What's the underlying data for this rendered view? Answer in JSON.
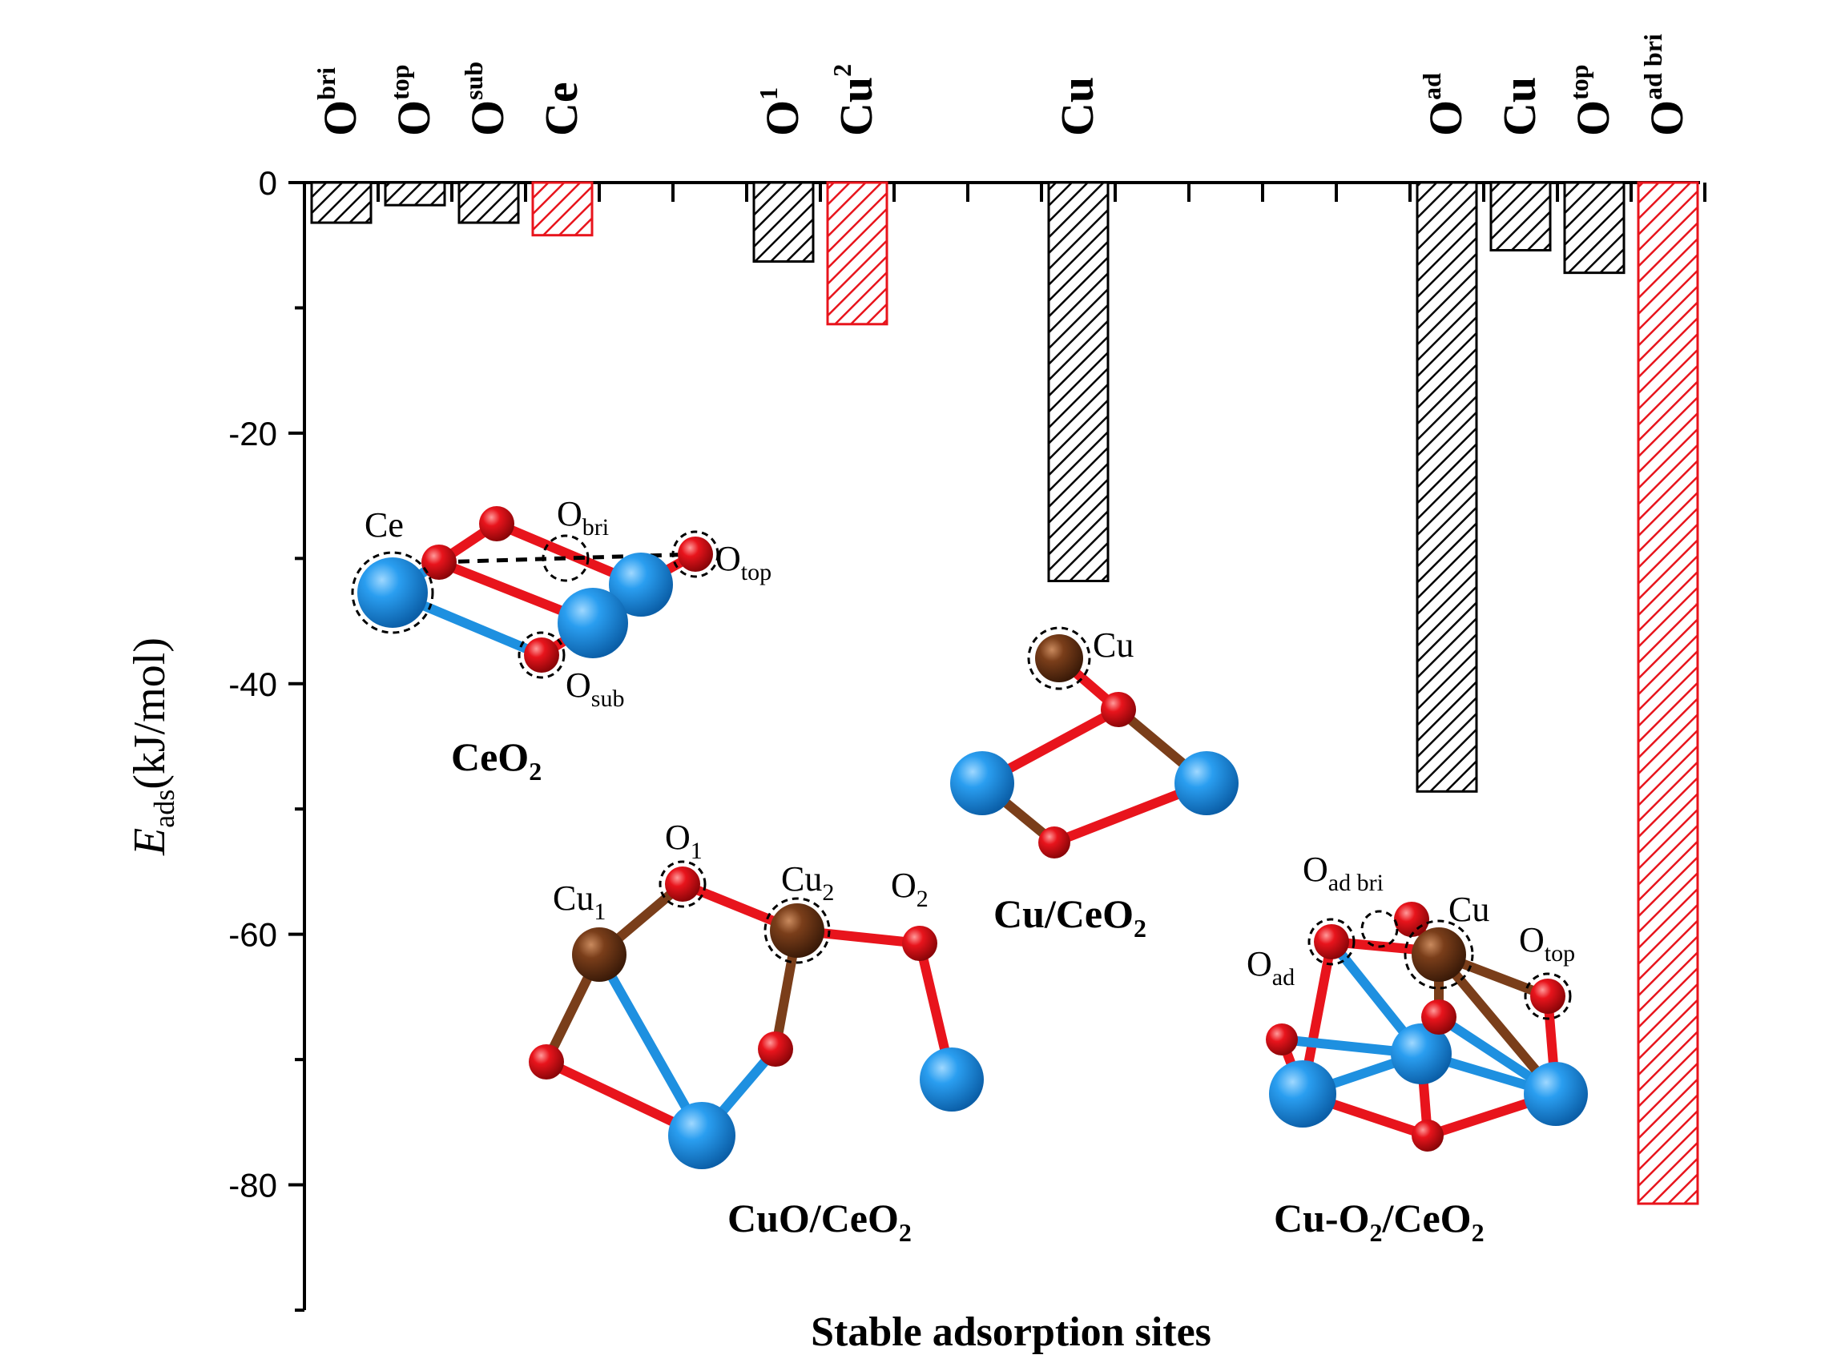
{
  "chart_data": {
    "type": "bar",
    "ylabel_main": "E",
    "ylabel_sub": "ads",
    "ylabel_unit": "(kJ/mol)",
    "xlabel": "Stable adsorption sites",
    "ylim": [
      -90,
      0
    ],
    "yticks": [
      0,
      -20,
      -40,
      -60,
      -80
    ],
    "ytick_labels": [
      "0",
      "-20",
      "-40",
      "-60",
      "-80"
    ],
    "bars": [
      {
        "main": "O",
        "sub": "bri",
        "value": -3.2,
        "highlight": false
      },
      {
        "main": "O",
        "sub": "top",
        "value": -1.8,
        "highlight": false
      },
      {
        "main": "O",
        "sub": "sub",
        "value": -3.2,
        "highlight": false
      },
      {
        "main": "Ce",
        "sub": "",
        "value": -4.2,
        "highlight": true
      },
      {
        "main": "O",
        "sub": "1",
        "value": -6.3,
        "highlight": false
      },
      {
        "main": "Cu",
        "sub": "2",
        "value": -11.3,
        "highlight": true
      },
      {
        "main": "Cu",
        "sub": "",
        "value": -31.8,
        "highlight": false
      },
      {
        "main": "O",
        "sub": "ad",
        "value": -48.6,
        "highlight": false
      },
      {
        "main": "Cu",
        "sub": "",
        "value": -5.4,
        "highlight": false
      },
      {
        "main": "O",
        "sub": "top",
        "value": -7.2,
        "highlight": false
      },
      {
        "main": "O",
        "sub": "ad bri",
        "value": -81.5,
        "highlight": true
      }
    ],
    "colors": {
      "normal": "#000000",
      "highlight": "#e8141c"
    }
  },
  "structures": {
    "ceo2": {
      "title_main": "CeO",
      "title_sub": "2",
      "labels": {
        "ce": "Ce",
        "obri_main": "O",
        "obri_sub": "bri",
        "otop_main": "O",
        "otop_sub": "top",
        "osub_main": "O",
        "osub_sub": "sub"
      }
    },
    "cuo": {
      "title_main": "CuO/CeO",
      "title_sub": "2",
      "labels": {
        "o1_main": "O",
        "o1_sub": "1",
        "cu1_main": "Cu",
        "cu1_sub": "1",
        "cu2_main": "Cu",
        "cu2_sub": "2",
        "o2_main": "O",
        "o2_sub": "2"
      }
    },
    "cu": {
      "title_main": "Cu/CeO",
      "title_sub": "2",
      "labels": {
        "cu": "Cu"
      }
    },
    "cuo2": {
      "title_main": "Cu-O",
      "title_sub1": "2",
      "title_mid": "/CeO",
      "title_sub2": "2",
      "labels": {
        "oadbri_main": "O",
        "oadbri_sub": "ad bri",
        "cu": "Cu",
        "otop_main": "O",
        "otop_sub": "top",
        "oad_main": "O",
        "oad_sub": "ad"
      }
    }
  },
  "atom_colors": {
    "ce": "#1e90e0",
    "o": "#e8141c",
    "cu": "#7a3e1a"
  }
}
